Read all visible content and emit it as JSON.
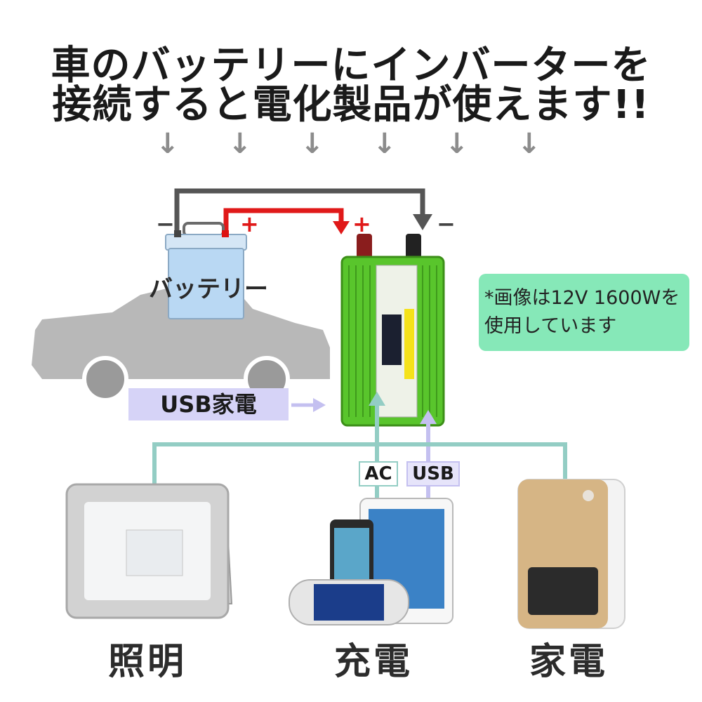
{
  "headline": {
    "line1": "車のバッテリーにインバーターを",
    "line2": "接続すると電化製品が使えます!!"
  },
  "arrow_glyph": "↓",
  "battery": {
    "label": "バッテリー",
    "minus": "−",
    "plus": "+"
  },
  "inverter": {
    "plus": "+",
    "minus": "−"
  },
  "note": {
    "line1": "*画像は12V 1600Wを",
    "line2": "使用しています"
  },
  "usb_appliance_tag": "USB家電",
  "connectors": {
    "ac": "AC",
    "usb": "USB"
  },
  "devices": {
    "lighting": "照明",
    "charging": "充電",
    "appliance": "家電"
  },
  "colors": {
    "positive_wire": "#e01919",
    "negative_wire": "#555555",
    "ac_line": "#93cdc4",
    "usb_line": "#c4c0f0",
    "note_bg": "#86e8b8",
    "inverter_body": "#59c52c"
  }
}
